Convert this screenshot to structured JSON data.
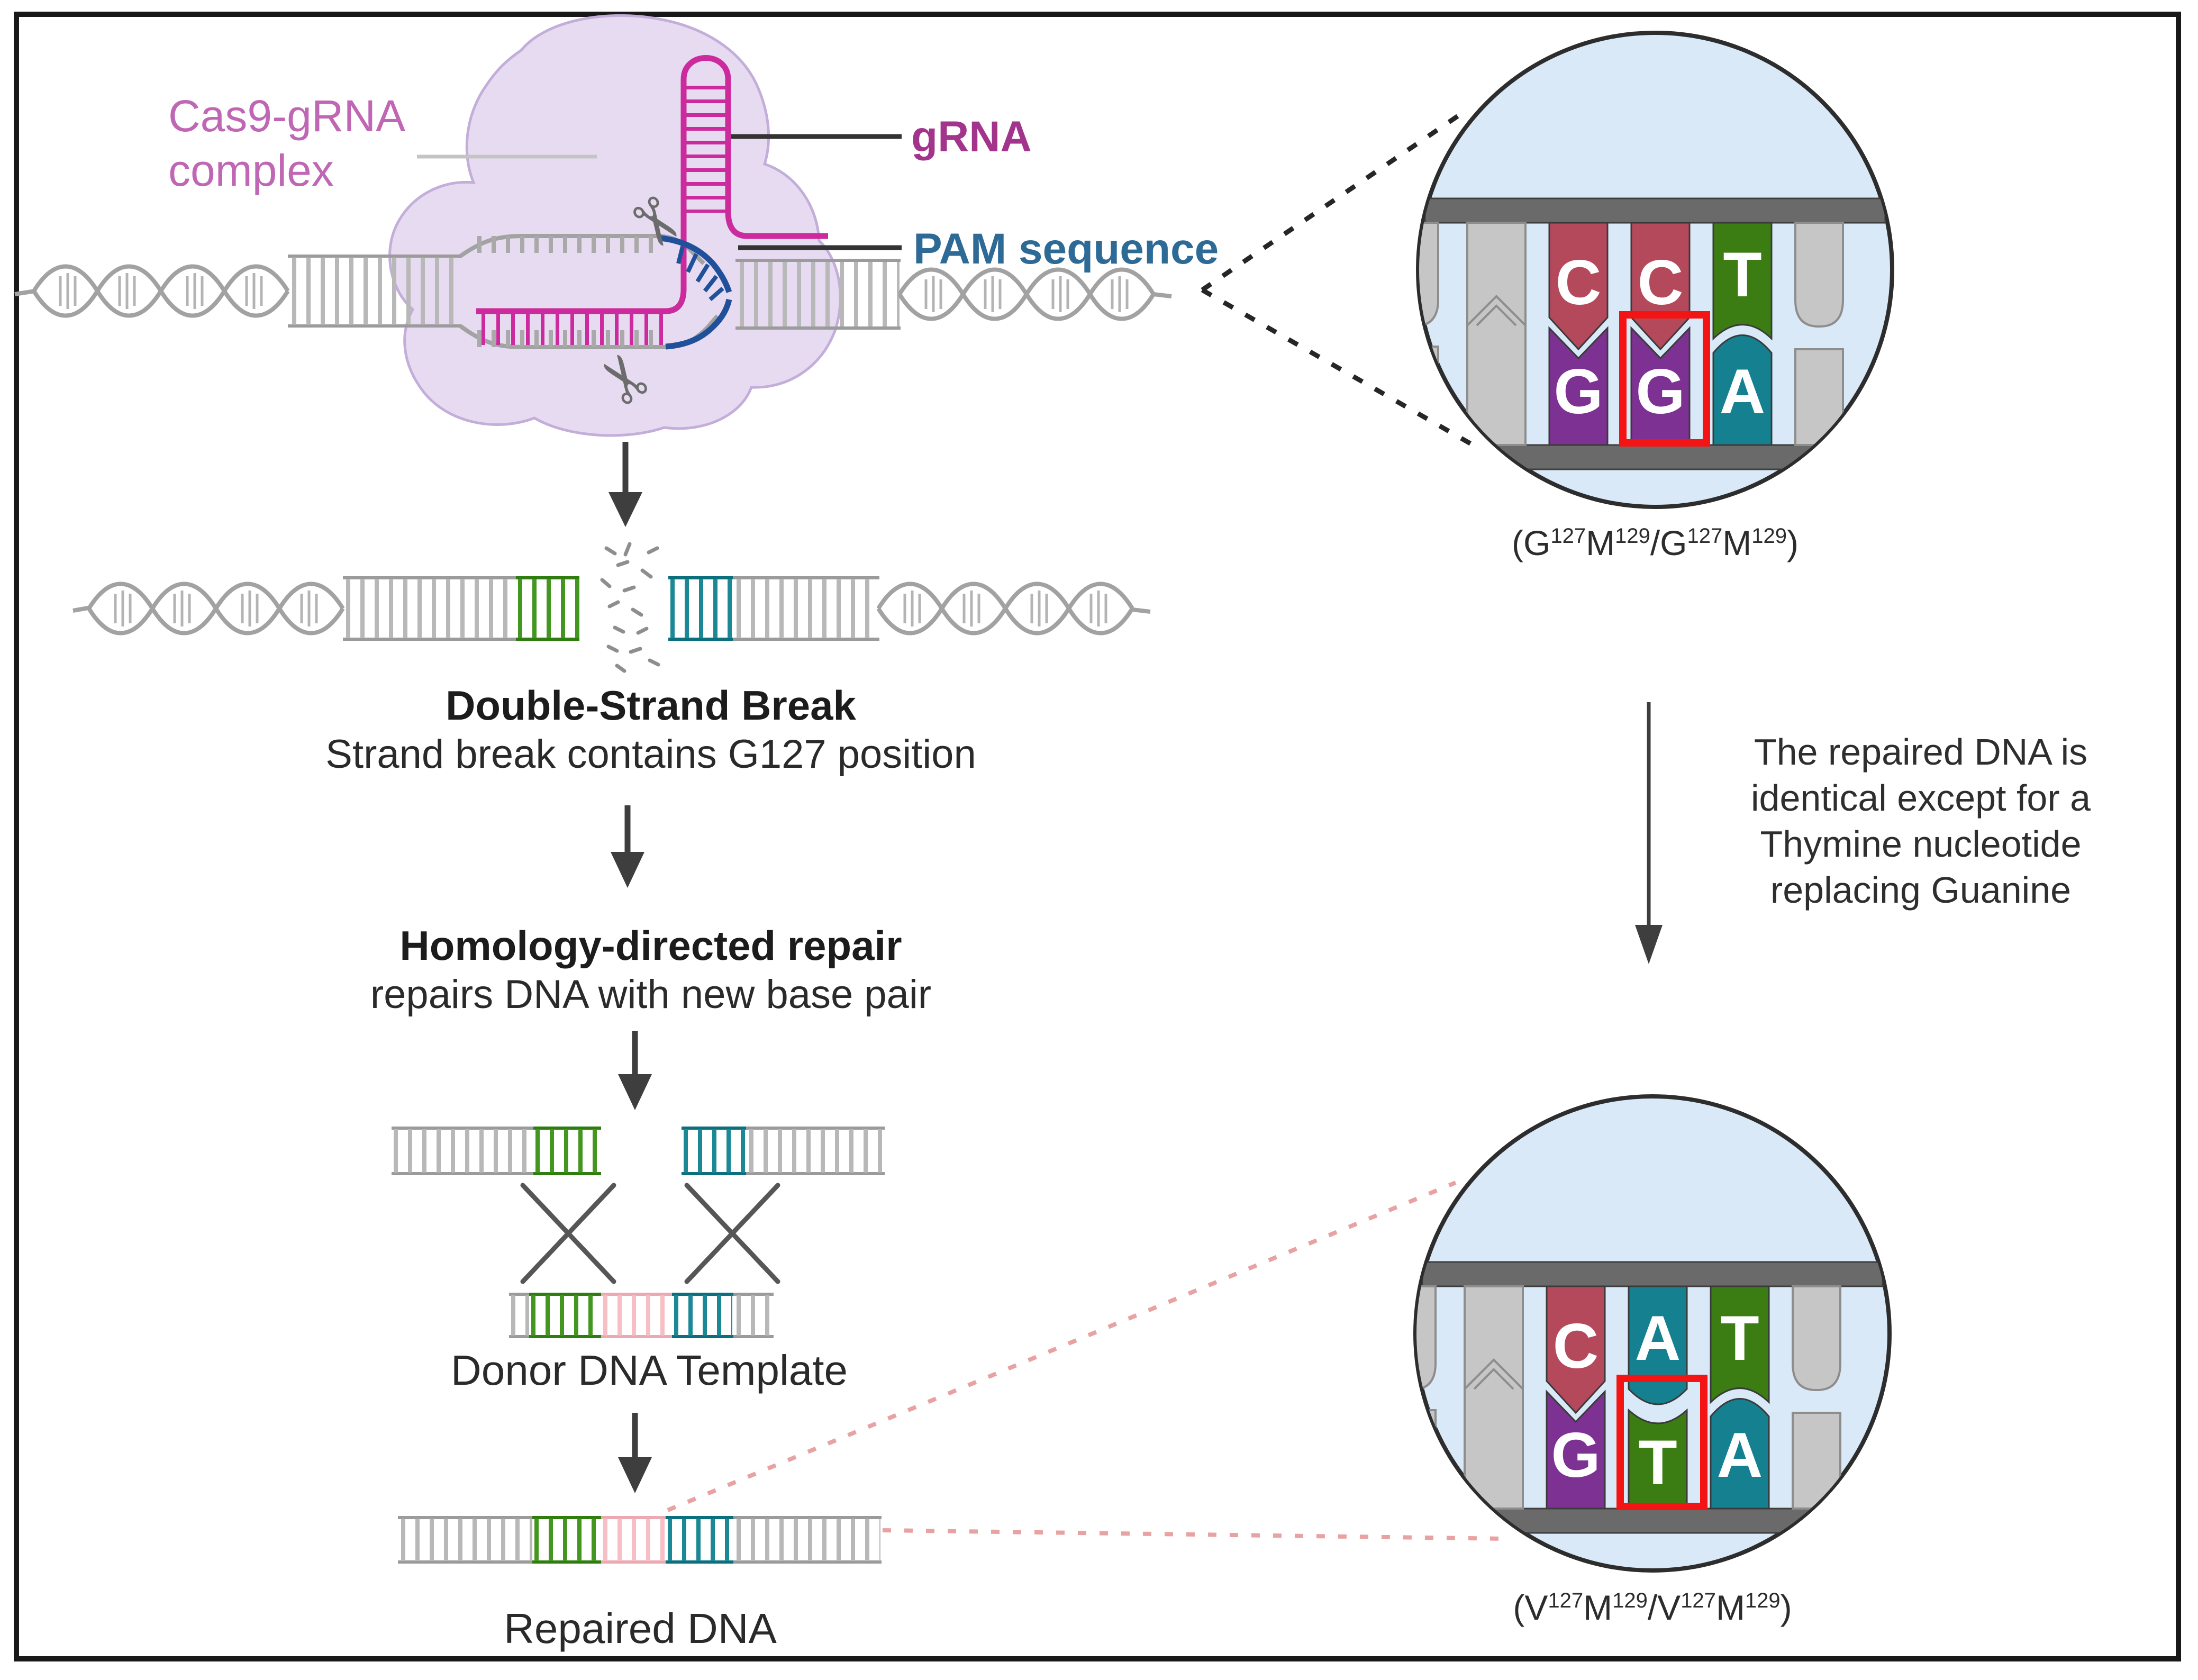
{
  "figure": {
    "cas9_label": [
      "Cas9-gRNA",
      "complex"
    ],
    "grna_label": "gRNA",
    "pam_label": "PAM sequence",
    "steps": {
      "dsb_title": "Double-Strand Break",
      "dsb_subtitle": "Strand break contains G127 position",
      "hdr_title": "Homology-directed repair",
      "hdr_subtitle": "repairs DNA with new base pair",
      "donor_label": "Donor DNA Template",
      "repaired_label": "Repaired DNA"
    },
    "note_lines": [
      "The repaired DNA is",
      "identical except for a",
      "Thymine nucleotide",
      "replacing Guanine"
    ],
    "top_inset": {
      "pairs": [
        {
          "top": "C",
          "bottom": "G"
        },
        {
          "top": "C",
          "bottom": "G",
          "highlighted": true
        },
        {
          "top": "T",
          "bottom": "A"
        }
      ],
      "caption_parts": {
        "p0": "(G",
        "s0": "127",
        "p1": "M",
        "s1": "129",
        "p2": "/G",
        "s2": "127",
        "p3": "M",
        "s3": "129",
        "p4": ")"
      }
    },
    "bottom_inset": {
      "pairs": [
        {
          "top": "C",
          "bottom": "G"
        },
        {
          "top": "A",
          "bottom": "T",
          "highlighted": true
        },
        {
          "top": "T",
          "bottom": "A"
        }
      ],
      "caption_parts": {
        "p0": "(V",
        "s0": "127",
        "p1": "M",
        "s1": "129",
        "p2": "/V",
        "s2": "127",
        "p3": "M",
        "s3": "129",
        "p4": ")"
      }
    },
    "icons": {
      "scissors": "✂"
    },
    "palette": {
      "cas9_label_color": "#bf66b4",
      "grna_label_color": "#a2348c",
      "pam_label_color": "#2d6a96",
      "cytosine": "#b5495c",
      "guanine": "#7d3193",
      "thymine": "#3c7d13",
      "adenine": "#15808f",
      "nucleotide_gray": "#c6c6c6",
      "backbone_bar": "#6a6a6a",
      "inset_background": "#d9e9f8",
      "highlight_red": "#f51414",
      "grna_strand": "#cb2b9c",
      "pam_strand": "#21509b",
      "dna_gray": "#a2a2a2",
      "green_segment": "#43961f",
      "teal_segment": "#1b8896",
      "pink_segment": "#f5bfc5",
      "cas9_blob": "#e7dbf1",
      "dashed_black": "#262626",
      "dashed_red": "#e9a2a2"
    }
  }
}
